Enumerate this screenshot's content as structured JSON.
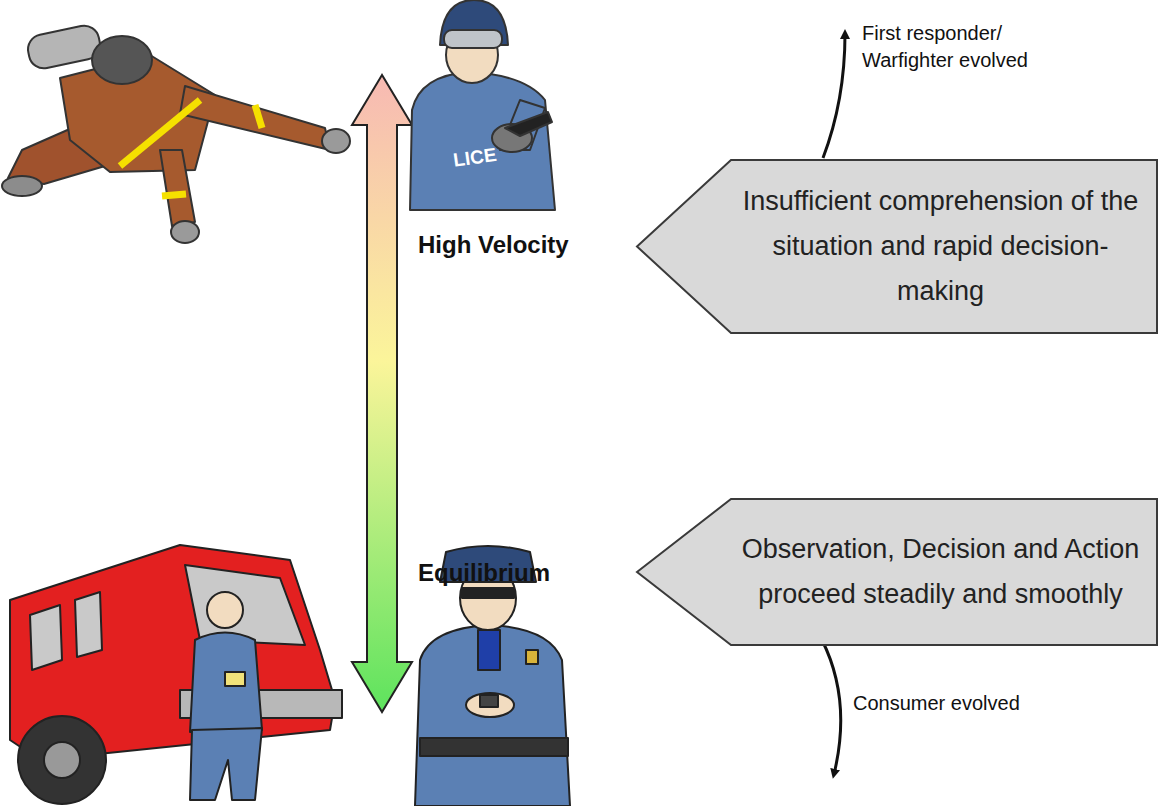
{
  "diagram": {
    "nodes": [
      {
        "text": [
          "Insufficient comprehension of the situation and rapid decision-making"
        ]
      },
      {
        "text": [
          "Observation, Decision and Action proceed steadily and smoothly"
        ]
      }
    ],
    "labels": [
      "First responder/ Warfighter evolved",
      "High Velocity",
      "Equilibrium",
      "Consumer evolved",
      "LICE"
    ]
  }
}
